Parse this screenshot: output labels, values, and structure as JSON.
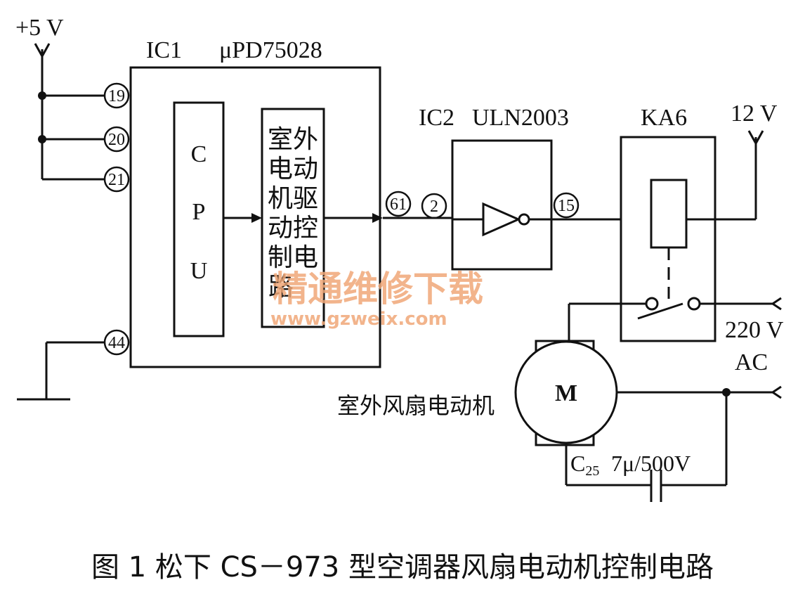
{
  "supply_5v": "+5 V",
  "ic1": {
    "name": "IC1",
    "part": "μPD75028",
    "cpu_letters": [
      "C",
      "P",
      "U"
    ],
    "driver_chars": [
      "室外",
      "电动",
      "机驱",
      "动控",
      "制电",
      "路"
    ]
  },
  "pins": {
    "p19": "19",
    "p20": "20",
    "p21": "21",
    "p44": "44",
    "p61": "61",
    "p2": "2",
    "p15": "15"
  },
  "ic2": {
    "name": "IC2",
    "part": "ULN2003"
  },
  "relay": {
    "name": "KA6"
  },
  "supply_12v": "12 V",
  "mains": {
    "voltage": "220 V",
    "type": "AC"
  },
  "motor": {
    "symbol": "M",
    "label": "室外风扇电动机"
  },
  "capacitor": {
    "name": "C",
    "subscript": "25",
    "value": "7μ/500V"
  },
  "watermark": {
    "cn": "精通维修下载",
    "url": "www.gzweix.com"
  },
  "caption": "图 1  松下 CS－973 型空调器风扇电动机控制电路"
}
